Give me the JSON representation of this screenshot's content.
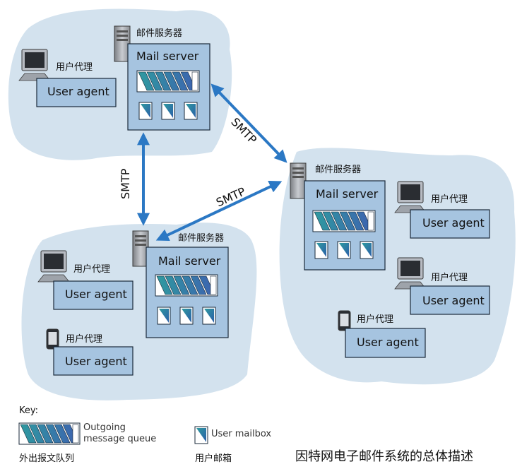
{
  "labels": {
    "mail_server_zh": "邮件服务器",
    "mail_server_en": "Mail server",
    "user_agent_zh": "用户代理",
    "user_agent_en": "User agent",
    "smtp": "SMTP"
  },
  "key": {
    "heading": "Key:",
    "queue_en_line1": "Outgoing",
    "queue_en_line2": "message queue",
    "queue_zh": "外出报文队列",
    "mailbox_en": "User mailbox",
    "mailbox_zh": "用户邮箱"
  },
  "caption": "因特网电子邮件系统的总体描述",
  "colors": {
    "cloud": "#d3e2ee",
    "box_fill": "#a6c4e0",
    "box_stroke": "#1a2a3a",
    "arrow": "#2b78c4",
    "queue_teal": "#2a8a9a",
    "queue_blue": "#3b6fb5"
  }
}
